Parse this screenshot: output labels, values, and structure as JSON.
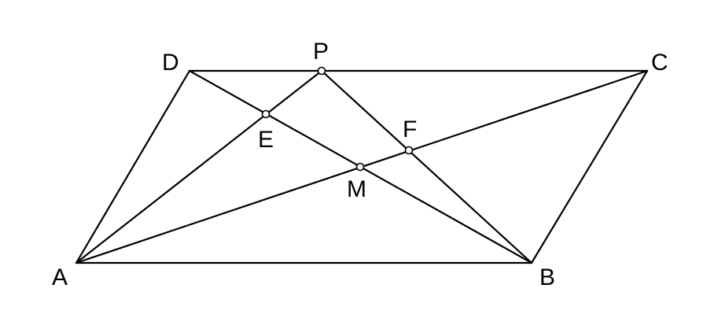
{
  "figure": {
    "labels": {
      "A": "A",
      "B": "B",
      "C": "C",
      "D": "D",
      "P": "P",
      "E": "E",
      "F": "F",
      "M": "M"
    },
    "colors": {
      "stroke": "#000000",
      "background": "#ffffff"
    }
  }
}
